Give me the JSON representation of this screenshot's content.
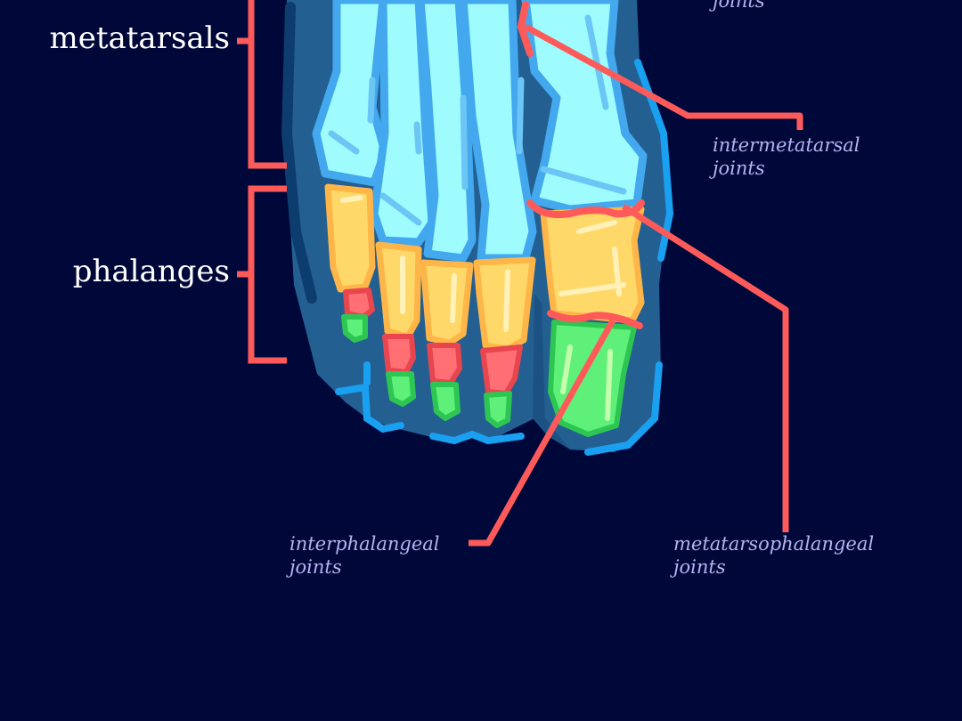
{
  "labels": {
    "metatarsals": "metatarsals",
    "phalanges": "phalanges",
    "top_joints_fragment": "joints",
    "intermetatarsal": [
      "intermetatarsal",
      "joints"
    ],
    "interphalangeal": [
      "interphalangeal",
      "joints"
    ],
    "metatarsophalangeal": [
      "metatarsophalangeal",
      "joints"
    ]
  },
  "colors": {
    "background": "#00083a",
    "pointer": "#ff5a5a",
    "skin": "#245f91",
    "skin_outline": "#1aa0f0",
    "metatarsal": "#9efcff",
    "metatarsal_outline": "#43a8ee",
    "proximal_phalanx": "#ffd86a",
    "middle_phalanx": "#ff6f74",
    "distal_phalanx": "#5ff07a",
    "group_label": "#ffffff",
    "joint_label": "#b6b4f0"
  }
}
